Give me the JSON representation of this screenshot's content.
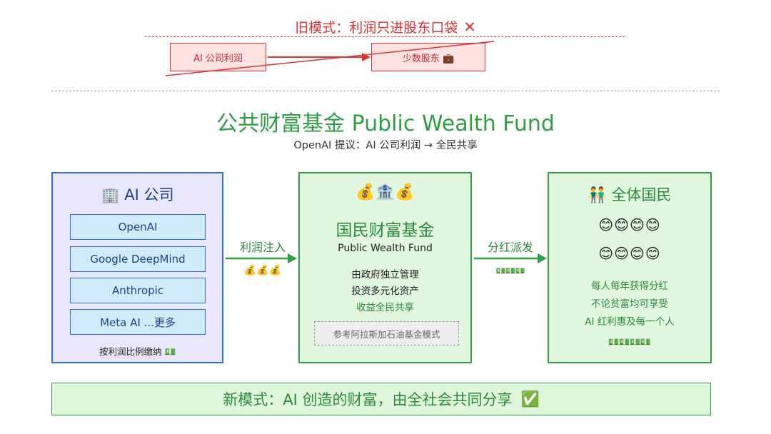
{
  "old_model": {
    "title": "旧模式：利润只进股东口袋",
    "cross": "✕",
    "box_from": "AI 公司利润",
    "box_to": "少数股东 💼"
  },
  "header": {
    "title": "公共财富基金  Public Wealth Fund",
    "subtitle": "OpenAI 提议：AI 公司利润 → 全民共享"
  },
  "company_panel": {
    "title": "🏢 AI 公司",
    "items": [
      "OpenAI",
      "Google DeepMind",
      "Anthropic",
      "Meta AI  ...更多"
    ],
    "note": "按利润比例缴纳 💵"
  },
  "flow_in": {
    "label": "利润注入",
    "icons": "💰💰💰"
  },
  "fund_panel": {
    "icons": "💰🏦💰",
    "title": "国民财富基金",
    "subtitle": "Public Wealth Fund",
    "lines": [
      "由政府独立管理",
      "投资多元化资产",
      "收益全民共享"
    ],
    "reference": "参考阿拉斯加石油基金模式"
  },
  "flow_out": {
    "label": "分红派发",
    "icons": "💵💵💵"
  },
  "people_panel": {
    "title": "👬 全体国民",
    "faces_row_1": "😊😊😊😊",
    "faces_row_2": "😊😊😊😊",
    "lines": [
      "每人每年获得分红",
      "不论贫富均可享受",
      "AI 红利惠及每一个人"
    ],
    "bills": "💵💵💵💵"
  },
  "banner": {
    "text": "新模式：AI 创造的财富，由全社会共同分享",
    "check": "✅"
  },
  "colors": {
    "red": "#e03131",
    "green": "#2f9e44",
    "blue": "#2d6fd6",
    "lavender": "#e8e7fb",
    "light_green": "#e2f7df"
  }
}
